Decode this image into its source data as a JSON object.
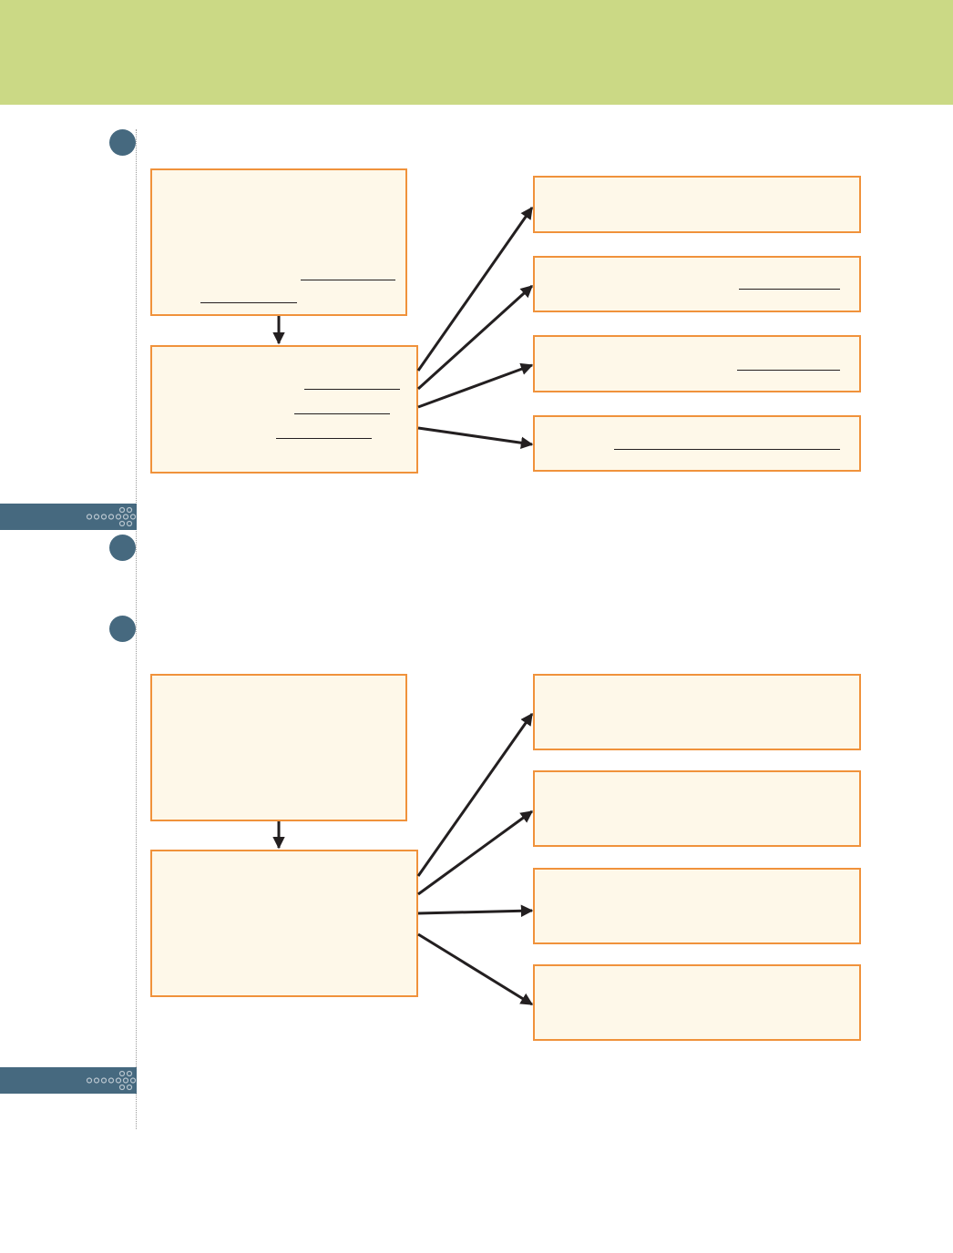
{
  "colors": {
    "header": "#cbd985",
    "accent": "#46697f",
    "box_fill": "#fef8e9",
    "box_border": "#f0923b",
    "arrow": "#231f20",
    "dots": "#b9c6cf"
  },
  "icons": {
    "section_marker": "circle-bullet-icon",
    "tab_ornament": "dot-chain-icon"
  },
  "sections": [
    {
      "id": "section-1",
      "marker": "",
      "top_box": "",
      "middle_box": "",
      "branches": [
        "",
        "",
        "",
        ""
      ]
    },
    {
      "id": "section-2",
      "marker": ""
    },
    {
      "id": "section-3",
      "marker": "",
      "top_box": "",
      "middle_box": "",
      "branches": [
        "",
        "",
        "",
        ""
      ]
    }
  ]
}
